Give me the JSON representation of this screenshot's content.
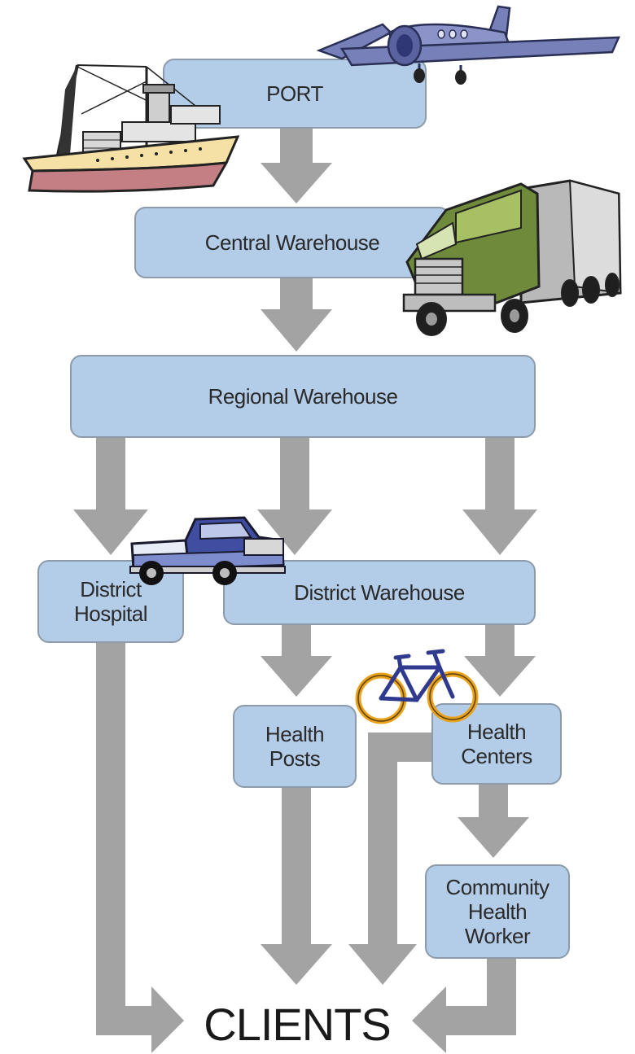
{
  "nodes": {
    "port": "PORT",
    "central_warehouse": "Central Warehouse",
    "regional_warehouse": "Regional Warehouse",
    "district_hospital": "District\nHospital",
    "district_warehouse": "District Warehouse",
    "health_posts": "Health\nPosts",
    "health_centers": "Health\nCenters",
    "community_health_worker": "Community\nHealth\nWorker"
  },
  "destination": "CLIENTS",
  "icons": [
    "ship-icon",
    "airplane-icon",
    "truck-icon",
    "pickup-truck-icon",
    "bicycle-icon"
  ],
  "colors": {
    "node_fill": "#b3cde9",
    "node_border": "#8c9aaa",
    "arrow": "#a3a3a3"
  }
}
